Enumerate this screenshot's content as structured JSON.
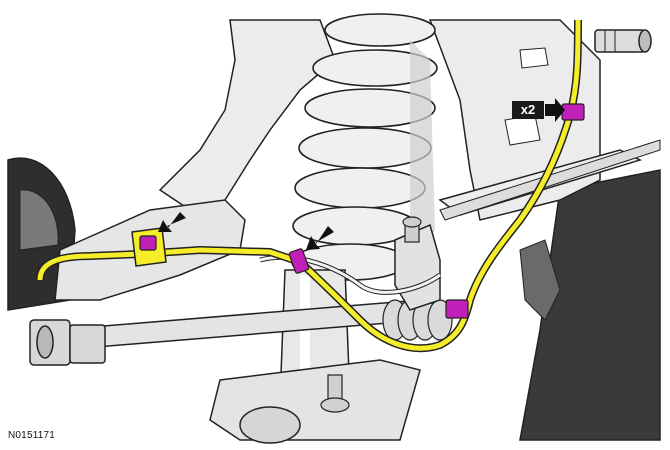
{
  "figure_id": "N0151171",
  "callouts": [
    {
      "text": "x2"
    }
  ],
  "colors": {
    "hose": "#f5ec2a",
    "clip": "#c21fb8",
    "arrow": "#111111",
    "part_fill": "#ececec",
    "line": "#222222",
    "dark_panel": "#3a3a3a"
  },
  "parts": [
    "coil-spring",
    "strut",
    "knuckle",
    "brake-hose",
    "hose-bracket",
    "hose-clip",
    "tie-rod",
    "wheel-hub"
  ]
}
